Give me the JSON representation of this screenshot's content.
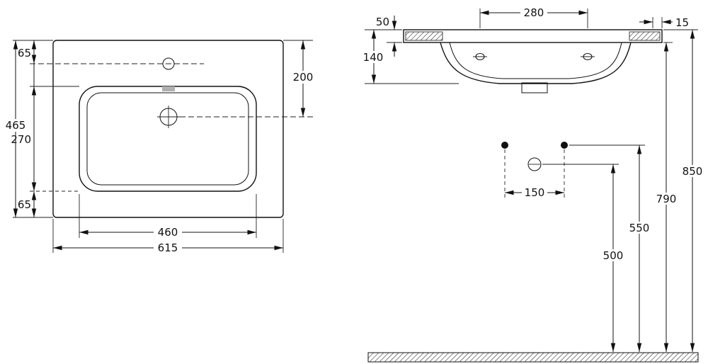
{
  "drawing": {
    "left_view": {
      "tap_offset_top": "65",
      "overall_depth": "465",
      "basin_depth": "270",
      "front_offset": "65",
      "drain_from_back": "200",
      "basin_width": "460",
      "overall_width": "615"
    },
    "right_view": {
      "rim_thickness": "50",
      "body_height": "140",
      "fixing_hole_spacing": "280",
      "edge_offset": "15",
      "anchor_spacing": "150",
      "trap_center_height": "500",
      "anchor_height": "550",
      "body_bottom_height": "790",
      "rim_top_height": "850"
    }
  }
}
